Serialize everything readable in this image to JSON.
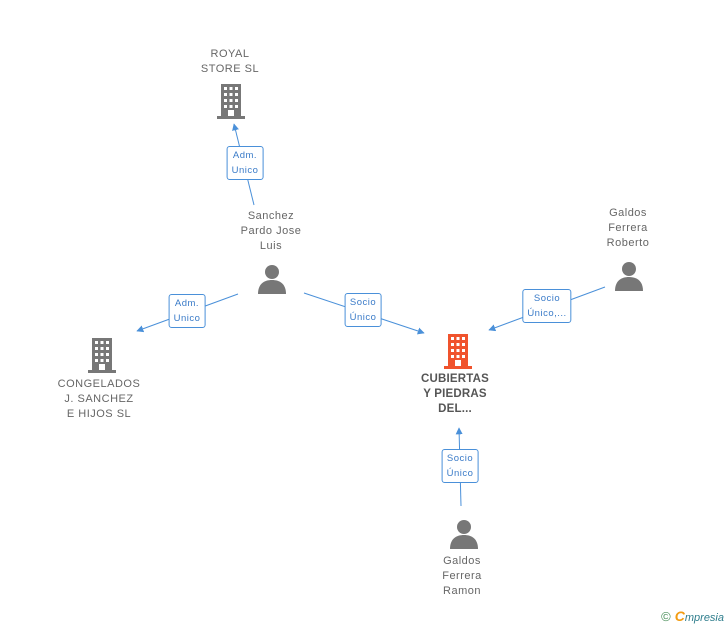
{
  "colors": {
    "edge": "#4a90d9",
    "company": "#777777",
    "company_main": "#f0532d",
    "person": "#777777"
  },
  "nodes": {
    "royal": {
      "line1": "ROYAL",
      "line2": "STORE SL",
      "icon": "building-icon"
    },
    "sanchez": {
      "line1": "Sanchez",
      "line2": "Pardo Jose",
      "line3": "Luis",
      "icon": "person-icon"
    },
    "roberto": {
      "line1": "Galdos",
      "line2": "Ferrera",
      "line3": "Roberto",
      "icon": "person-icon"
    },
    "congelados": {
      "line1": "CONGELADOS",
      "line2": "J. SANCHEZ",
      "line3": "E HIJOS SL",
      "icon": "building-icon"
    },
    "cubiertas": {
      "line1": "CUBIERTAS",
      "line2": "Y PIEDRAS",
      "line3": "DEL...",
      "icon": "building-icon"
    },
    "ramon": {
      "line1": "Galdos",
      "line2": "Ferrera",
      "line3": "Ramon",
      "icon": "person-icon"
    }
  },
  "edges": {
    "adm_royal": {
      "line1": "Adm.",
      "line2": "Unico"
    },
    "adm_congelados": {
      "line1": "Adm.",
      "line2": "Unico"
    },
    "socio_sanchez": {
      "line1": "Socio",
      "line2": "Único"
    },
    "socio_roberto": {
      "line1": "Socio",
      "line2": "Único,..."
    },
    "socio_ramon": {
      "line1": "Socio",
      "line2": "Único"
    }
  },
  "brand": {
    "symbol": "©",
    "initial": "C",
    "rest": "mpresia"
  }
}
